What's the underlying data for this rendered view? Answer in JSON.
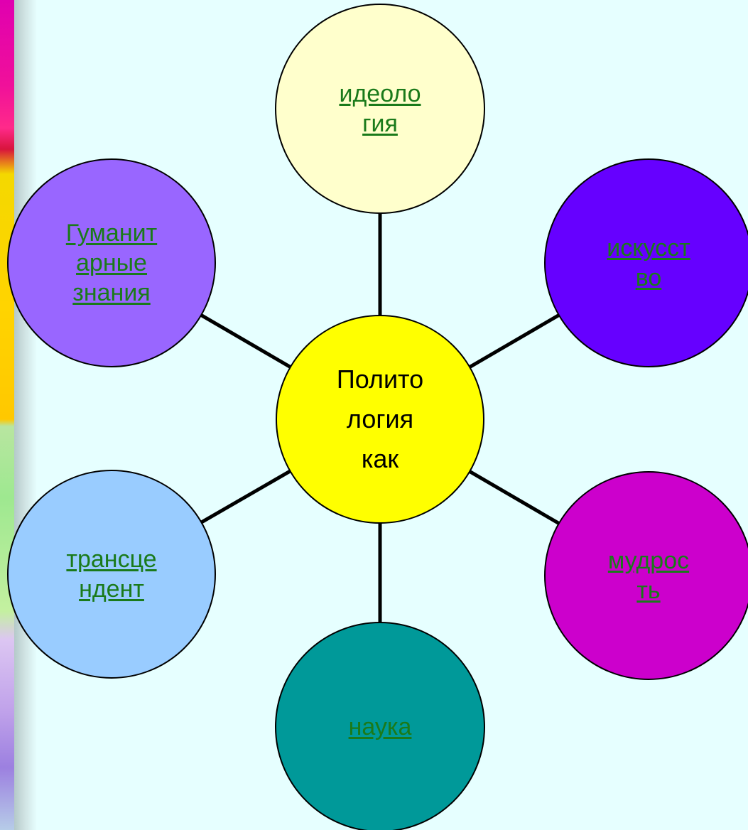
{
  "diagram": {
    "center": {
      "lines": [
        "Полито",
        "логия",
        "как"
      ],
      "fill": "#ffff00"
    },
    "nodes": [
      {
        "id": "ideology",
        "lines": [
          "идеоло",
          "гия"
        ],
        "fill": "#ffffcc",
        "link": true
      },
      {
        "id": "art",
        "lines": [
          "искусст",
          "во"
        ],
        "fill": "#6600ff",
        "link": true
      },
      {
        "id": "wisdom",
        "lines": [
          "мудрос",
          "ть"
        ],
        "fill": "#cc00cc",
        "link": true
      },
      {
        "id": "science",
        "lines": [
          "наука"
        ],
        "fill": "#009999",
        "link": true
      },
      {
        "id": "transcendent",
        "lines": [
          "трансце",
          "ндент"
        ],
        "fill": "#99ccff",
        "link": true
      },
      {
        "id": "humanities",
        "lines": [
          "Гуманит",
          "арные",
          "знания"
        ],
        "fill": "#9966ff",
        "link": true
      }
    ],
    "colors": {
      "link_text": "#1a7a1a",
      "stroke": "#000000",
      "background": "#e6ffff"
    }
  }
}
